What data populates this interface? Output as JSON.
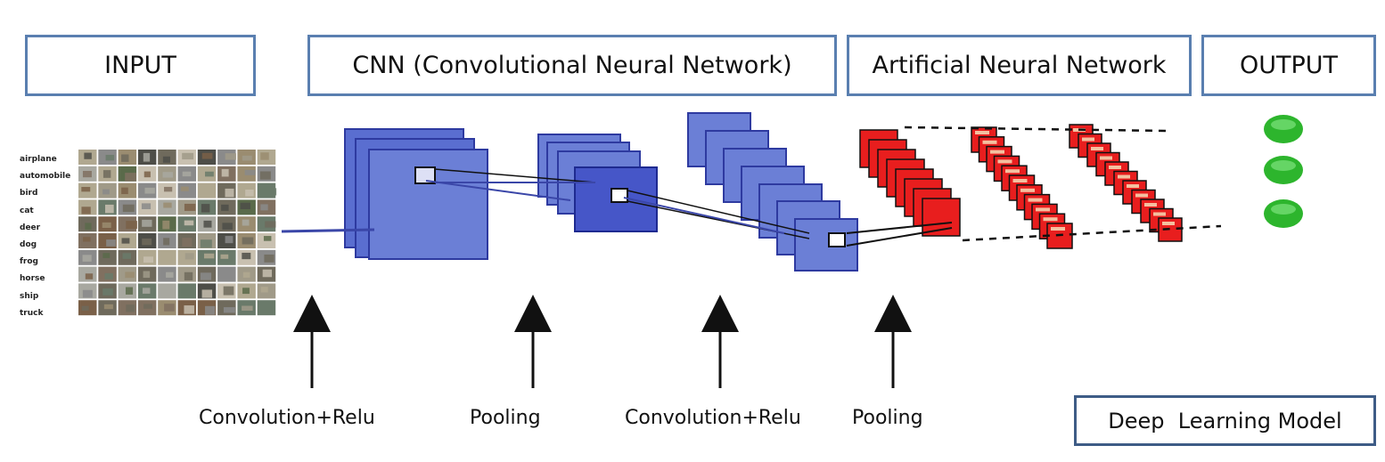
{
  "headers": {
    "input": "INPUT",
    "cnn": "CNN (Convolutional Neural Network)",
    "ann": "Artificial Neural Network",
    "output": "OUTPUT"
  },
  "input_classes": [
    "airplane",
    "automobile",
    "bird",
    "cat",
    "deer",
    "dog",
    "frog",
    "horse",
    "ship",
    "truck"
  ],
  "steps": {
    "conv1": "Convolution+Relu",
    "pool1": "Pooling",
    "conv2": "Convolution+Relu",
    "pool2": "Pooling"
  },
  "model_label": "Deep  Learning Model",
  "colors": {
    "header_border": "#5a7fb0",
    "cnn_blue": "#6b7fd6",
    "cnn_border": "#3a46a8",
    "ann_red": "#e81e1e",
    "output_green": "#2db52d"
  }
}
